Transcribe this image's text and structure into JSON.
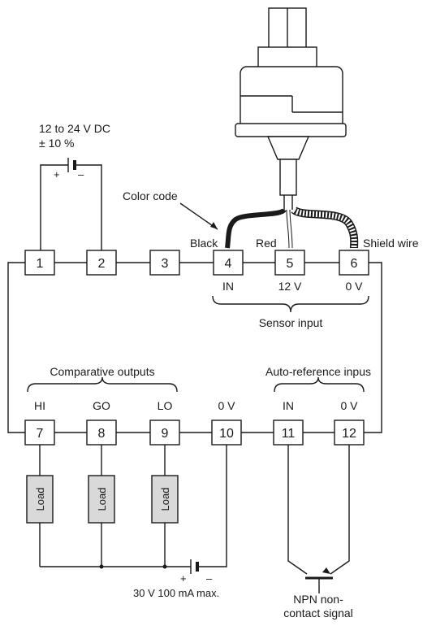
{
  "power_supply": {
    "voltage": "12 to 24 V DC",
    "tolerance": "± 10 %",
    "plus": "+",
    "minus": "–"
  },
  "color_code_label": "Color code",
  "wire_colors": {
    "black": "Black",
    "red": "Red",
    "shield": "Shield wire"
  },
  "terminals_top": [
    "1",
    "2",
    "3",
    "4",
    "5",
    "6"
  ],
  "sensor_terminal_labels": [
    "IN",
    "12 V",
    "0 V"
  ],
  "sensor_input_label": "Sensor input",
  "comparative_outputs_label": "Comparative outputs",
  "auto_reference_label": "Auto-reference inpus",
  "terminals_bottom": [
    "7",
    "8",
    "9",
    "10",
    "11",
    "12"
  ],
  "bottom_terminal_labels": [
    "HI",
    "GO",
    "LO",
    "0 V",
    "IN",
    "0 V"
  ],
  "load_label": "Load",
  "load_supply": {
    "spec": "30 V  100 mA max.",
    "plus": "+",
    "minus": "–"
  },
  "npn_signal": [
    "NPN non-",
    "contact signal"
  ],
  "colors": {
    "load_fill": "#d9d9d9",
    "line": "#1a1a1a"
  }
}
